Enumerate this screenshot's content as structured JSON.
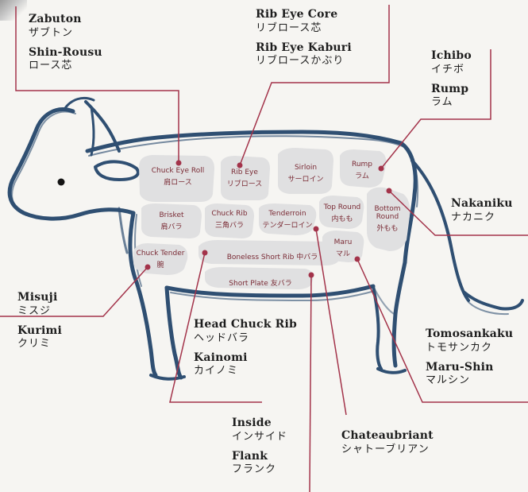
{
  "labels": {
    "zabuton": {
      "en": "Zabuton",
      "jp": "ザブトン"
    },
    "shin_rousu": {
      "en": "Shin-Rousu",
      "jp": "ロース芯"
    },
    "rib_eye_core": {
      "en": "Rib Eye Core",
      "jp": "リブロース芯"
    },
    "rib_eye_kaburi": {
      "en": "Rib Eye Kaburi",
      "jp": "リブロースかぶり"
    },
    "ichibo": {
      "en": "Ichibo",
      "jp": "イチボ"
    },
    "rump": {
      "en": "Rump",
      "jp": "ラム"
    },
    "nakaniku": {
      "en": "Nakaniku",
      "jp": "ナカニク"
    },
    "misuji": {
      "en": "Misuji",
      "jp": "ミスジ"
    },
    "kurimi": {
      "en": "Kurimi",
      "jp": "クリミ"
    },
    "head_chuck_rib": {
      "en": "Head Chuck Rib",
      "jp": "ヘッドバラ"
    },
    "kainomi": {
      "en": "Kainomi",
      "jp": "カイノミ"
    },
    "tomosankaku": {
      "en": "Tomosankaku",
      "jp": "トモサンカク"
    },
    "maru_shin": {
      "en": "Maru-Shin",
      "jp": "マルシン"
    },
    "inside": {
      "en": "Inside",
      "jp": "インサイド"
    },
    "flank": {
      "en": "Flank",
      "jp": "フランク"
    },
    "chateaubriant": {
      "en": "Chateaubriant",
      "jp": "シャトーブリアン"
    }
  },
  "cuts": {
    "chuck_eye_roll": {
      "en": "Chuck Eye Roll",
      "jp": "肩ロース"
    },
    "rib_eye": {
      "en": "Rib Eye",
      "jp": "リブロース"
    },
    "sirloin": {
      "en": "Sirloin",
      "jp": "サーロイン"
    },
    "rump": {
      "en": "Rump",
      "jp": "ラム"
    },
    "brisket": {
      "en": "Brisket",
      "jp": "肩バラ"
    },
    "chuck_rib": {
      "en": "Chuck Rib",
      "jp": "三角バラ"
    },
    "tenderroin": {
      "en": "Tenderroin",
      "jp": "テンダーロイン"
    },
    "top_round": {
      "en": "Top Round",
      "jp": "内もも"
    },
    "bottom_round": {
      "en": "Bottom Round",
      "jp": "外もも"
    },
    "chuck_tender": {
      "en": "Chuck Tender",
      "jp": "腕"
    },
    "boneless_short_rib": {
      "en": "Boneless Short Rib",
      "jp": "中バラ"
    },
    "maru": {
      "en": "Maru",
      "jp": "マル"
    },
    "short_plate": {
      "en": "Short Plate",
      "jp": "友バラ"
    }
  },
  "colors": {
    "outline": "#2f4f72",
    "cut_fill": "#e0e0e1",
    "leader": "#a3334a",
    "cut_text": "#7a2b35",
    "eye": "#141414"
  }
}
